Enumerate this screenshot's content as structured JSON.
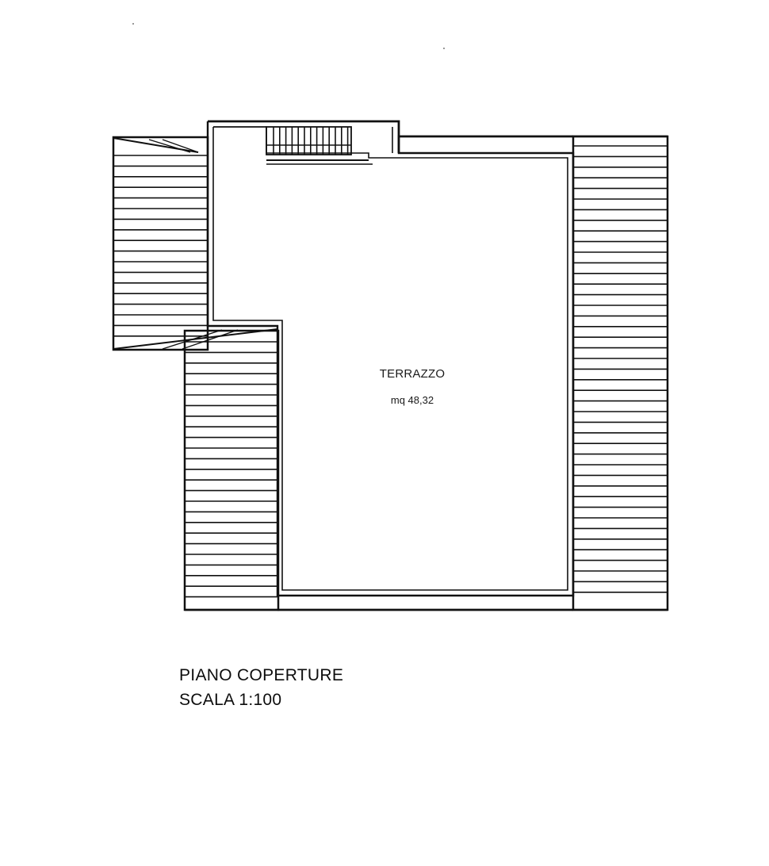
{
  "drawing": {
    "room": {
      "name": "TERRAZZO",
      "area": "mq 48,32"
    },
    "caption": {
      "title": "PIANO COPERTURE",
      "scale": "SCALA 1:100"
    },
    "colors": {
      "line": "#111111",
      "paper": "#ffffff"
    }
  }
}
